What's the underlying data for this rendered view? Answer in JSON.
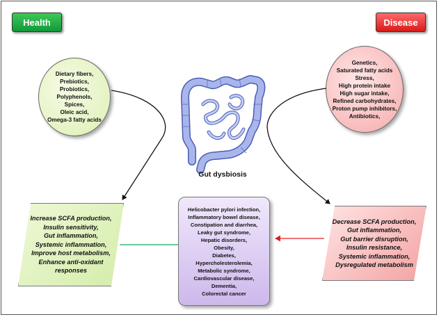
{
  "health_label": "Health",
  "disease_label": "Disease",
  "health_factors": [
    "Dietary fibers,",
    "Prebiotics,",
    "Probiotics,",
    "Polyphenols,",
    "Spices,",
    "Oleic acid,",
    "Omega-3 fatty acids"
  ],
  "disease_factors": [
    "Genetics,",
    "Saturated fatty acids",
    "Stress,",
    "High protein intake",
    "High sugar intake,",
    "Refined carbohydrates,",
    "Proton pump inhibitors,",
    "Antibiotics,"
  ],
  "gut_label": "Gut dysbiosis",
  "health_effects": [
    "Increase SCFA production,",
    "Insulin sensitivity,",
    "Gut inflammation,",
    "Systemic inflammation,",
    "Improve host metabolism,",
    "Enhance anti-oxidant",
    "responses"
  ],
  "disease_effects": [
    "Decrease SCFA production,",
    "Gut inflammation,",
    "Gut barrier disruption,",
    "Insulin resistance,",
    "Systemic inflammation,",
    "Dysregulated metabolism"
  ],
  "conditions": [
    "Helicobacter pylori infection,",
    "Inflammatory bowel disease,",
    "Constipation and diarrhea,",
    "Leaky gut syndrome,",
    "Hepatic disorders,",
    "Obesity,",
    "Diabetes,",
    "Hypercholesterolemia,",
    "Metabolic syndrome,",
    "Cardiovascular disease,",
    "Dementia,",
    "Colorectal cancer"
  ],
  "colors": {
    "health": "#22b04a",
    "disease": "#ee2b2b",
    "inhibit_line": "#3cb878",
    "arrow_red": "#e02020",
    "intestine": "#9aa9e6"
  },
  "icons": [
    "intestine-icon"
  ]
}
